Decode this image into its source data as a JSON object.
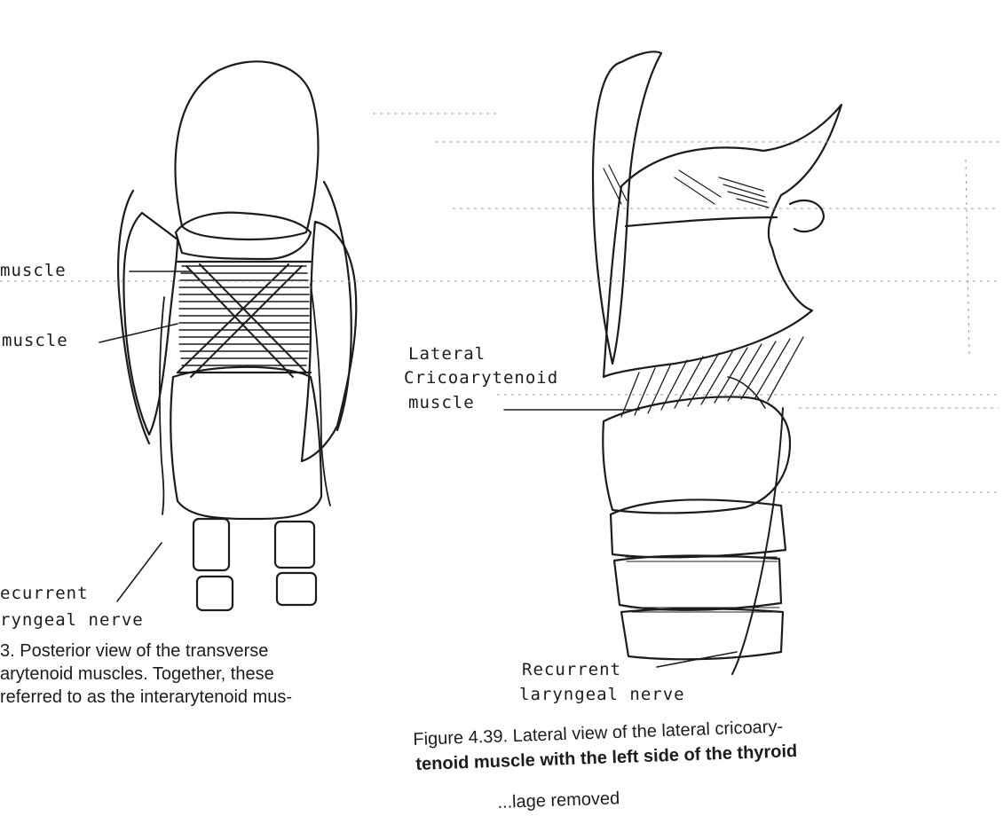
{
  "left_figure": {
    "label_muscle_upper": "muscle",
    "label_muscle_lower": "muscle",
    "label_nerve_line1": "ecurrent",
    "label_nerve_line2": "ryngeal nerve",
    "caption_line1": "3. Posterior view of the transverse",
    "caption_line2": "arytenoid muscles. Together, these",
    "caption_line3": "referred to as the interarytenoid mus-"
  },
  "right_figure": {
    "label_lca_line1": "Lateral",
    "label_lca_line2": "Cricoarytenoid",
    "label_lca_line3": "muscle",
    "label_nerve_line1": "Recurrent",
    "label_nerve_line2": "laryngeal nerve",
    "caption_line1": "Figure 4.39. Lateral view of the lateral cricoary-",
    "caption_line2": "tenoid muscle with the left side of the thyroid",
    "caption_line3": "...lage removed"
  },
  "colors": {
    "ink": "#1c1c1c",
    "paper": "#ffffff"
  }
}
